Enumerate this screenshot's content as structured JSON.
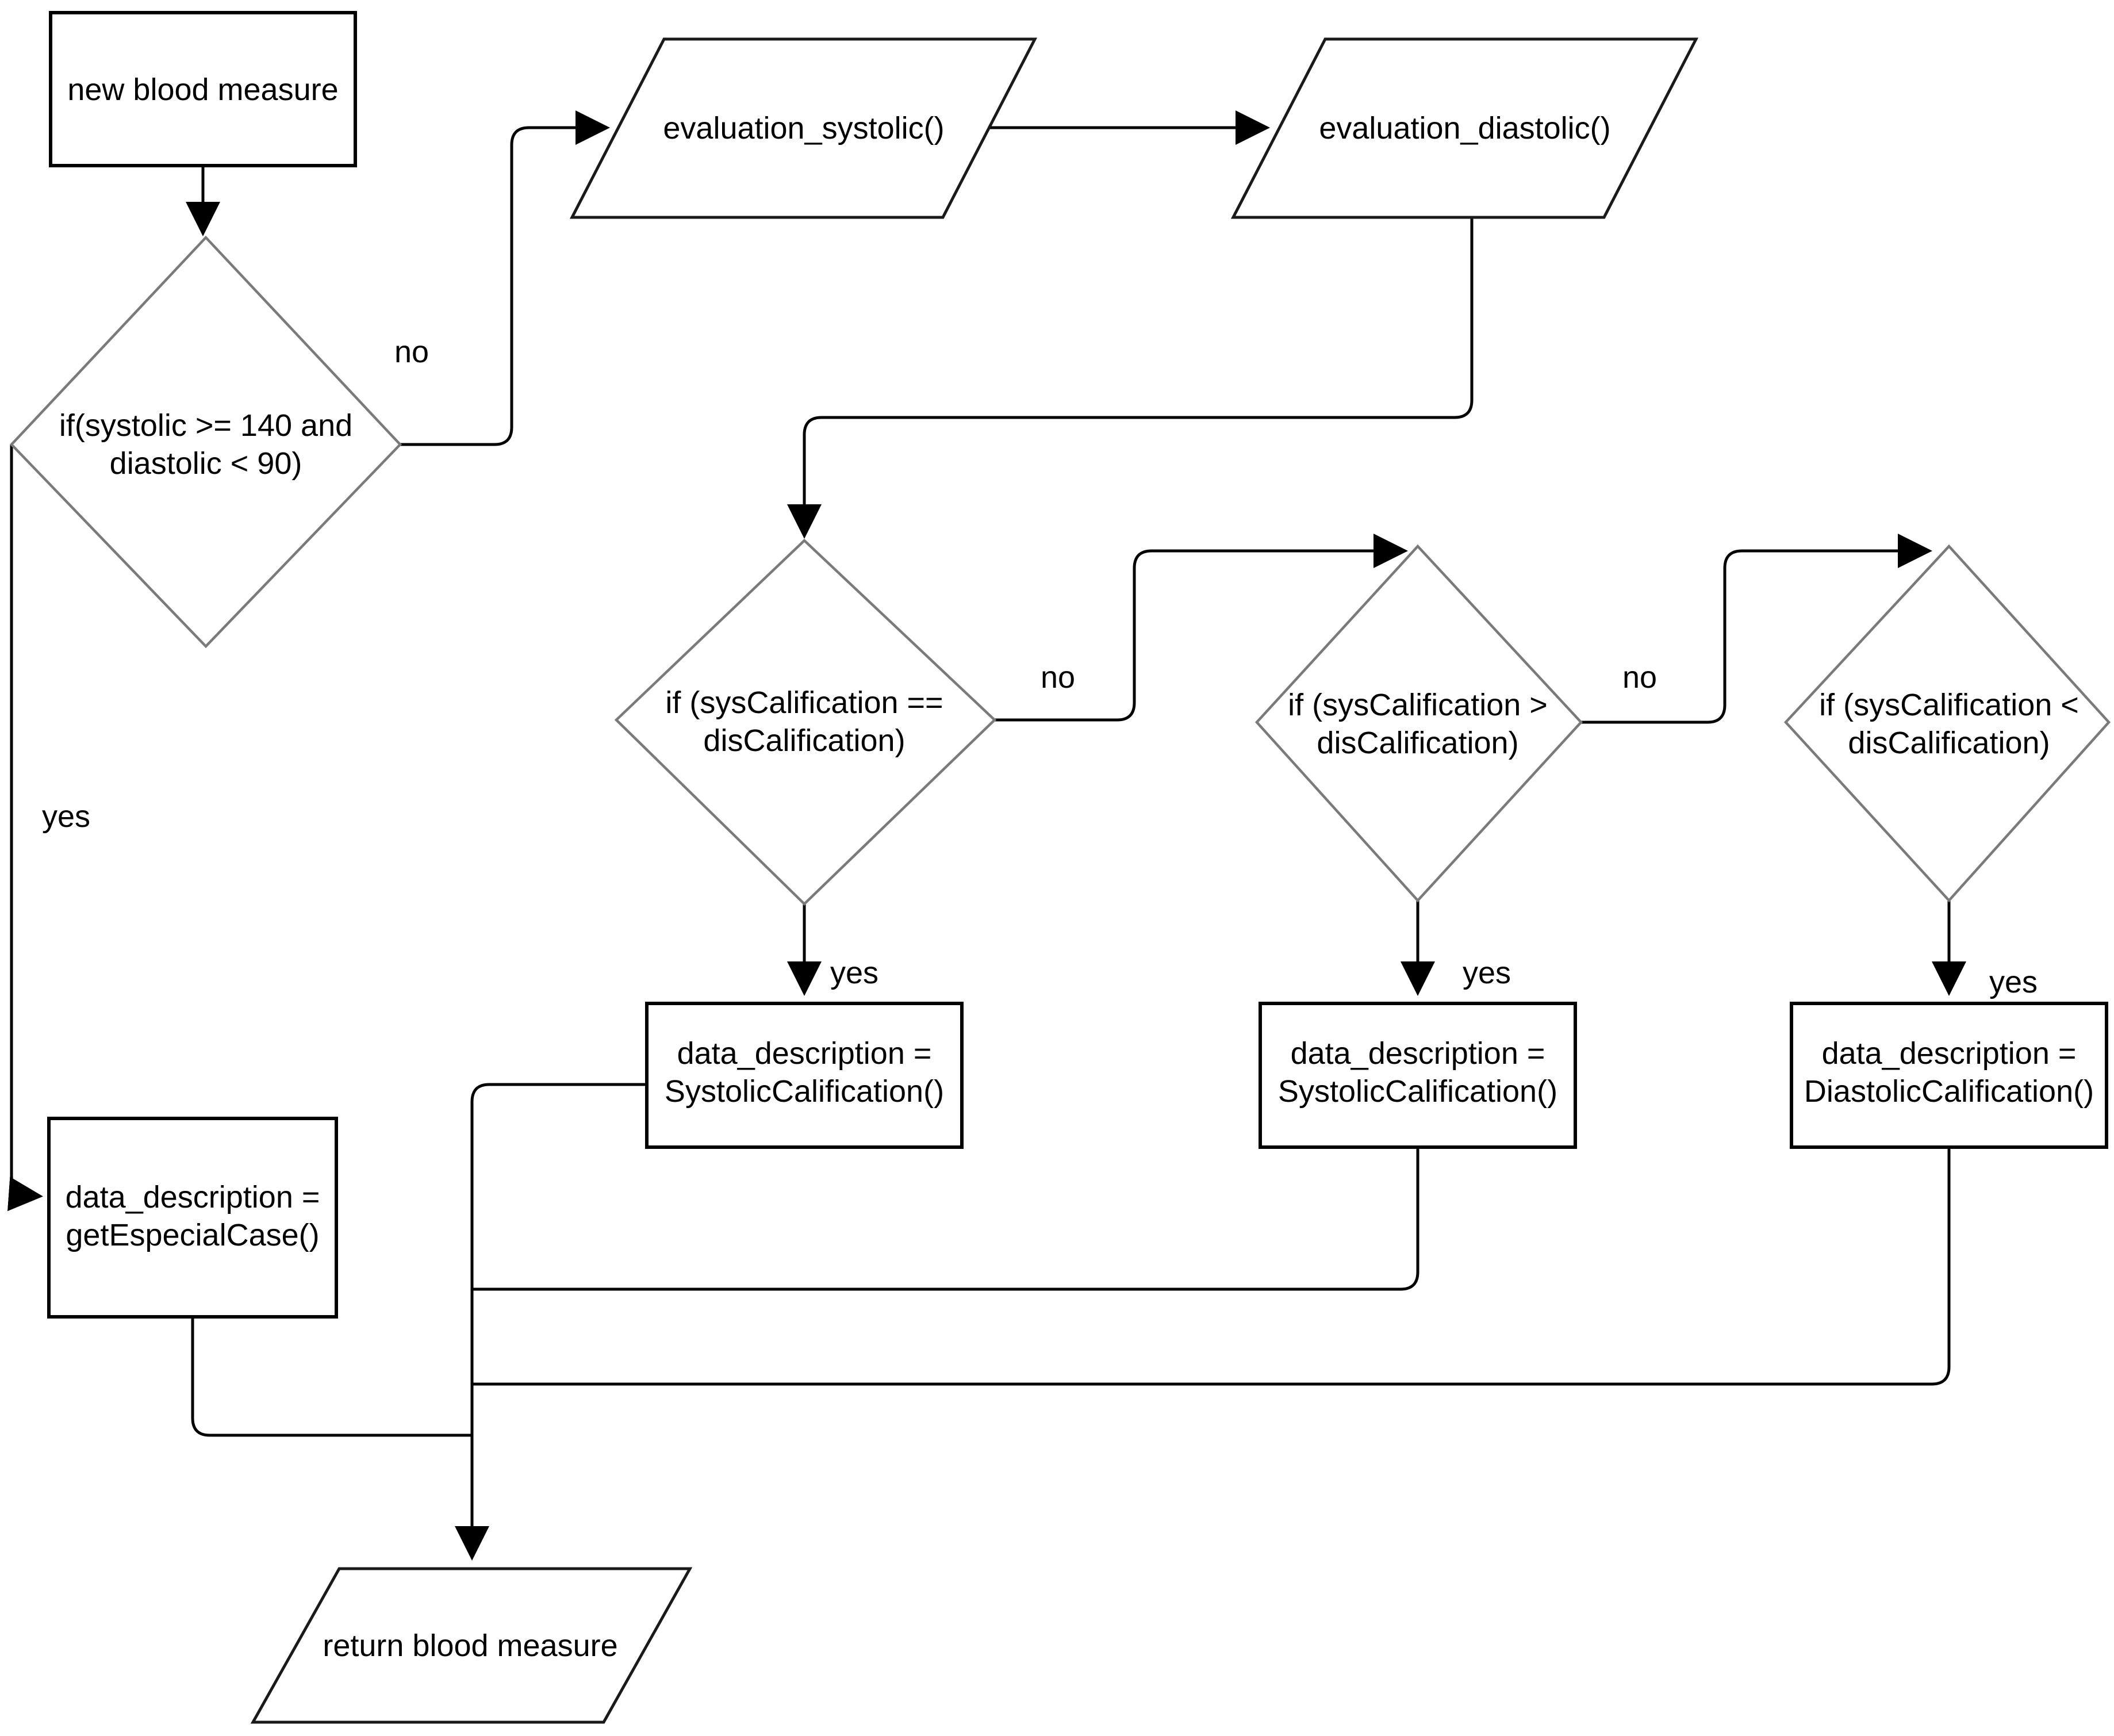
{
  "diagram": {
    "type": "flowchart",
    "background_color": "#ffffff",
    "line_color": "#000000",
    "diamond_stroke_color": "#7a7a7a",
    "text_color": "#000000",
    "nodes": {
      "start": {
        "label": "new blood measure"
      },
      "eval_systolic": {
        "label": "evaluation_systolic()"
      },
      "eval_diastolic": {
        "label": "evaluation_diastolic()"
      },
      "check_special": {
        "line1": "if(systolic >= 140 and",
        "line2": "diastolic < 90)"
      },
      "check_equal": {
        "line1": "if (sysCalification ==",
        "line2": "disCalification)"
      },
      "check_greater": {
        "line1": "if (sysCalification >",
        "line2": "disCalification)"
      },
      "check_less": {
        "line1": "if (sysCalification <",
        "line2": "disCalification)"
      },
      "assign_special": {
        "line1": "data_description =",
        "line2": "getEspecialCase()"
      },
      "assign_systolic_1": {
        "line1": "data_description =",
        "line2": "SystolicCalification()"
      },
      "assign_systolic_2": {
        "line1": "data_description =",
        "line2": "SystolicCalification()"
      },
      "assign_diastolic": {
        "line1": "data_description =",
        "line2": "DiastolicCalification()"
      },
      "return_node": {
        "label": "return blood measure"
      }
    },
    "edge_labels": {
      "no_1": "no",
      "yes_1": "yes",
      "no_2": "no",
      "yes_2": "yes",
      "no_3": "no",
      "yes_3": "yes",
      "yes_4": "yes"
    }
  }
}
